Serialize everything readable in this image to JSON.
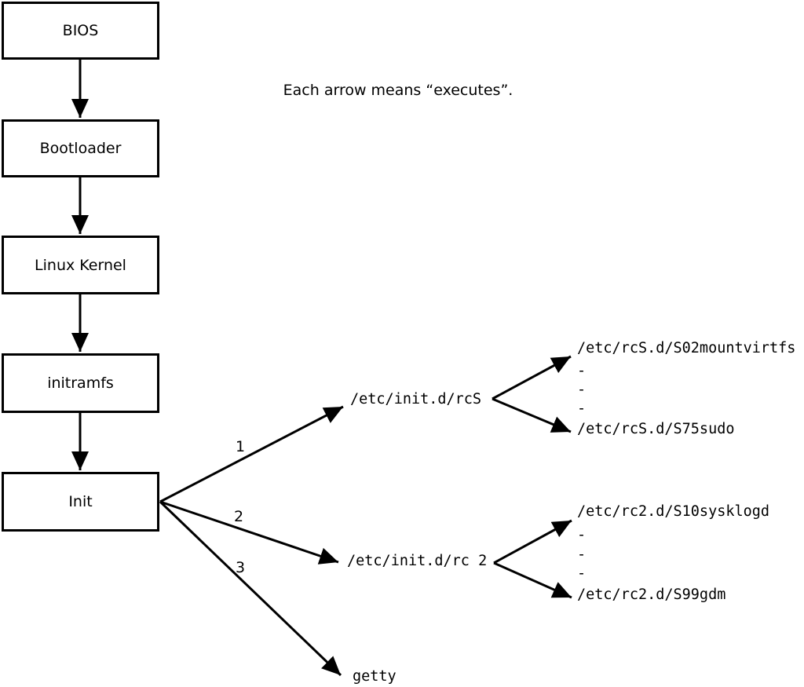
{
  "legend": {
    "text": "Each arrow means “executes”."
  },
  "chain": [
    {
      "label": "BIOS"
    },
    {
      "label": "Bootloader"
    },
    {
      "label": "Linux Kernel"
    },
    {
      "label": "initramfs"
    },
    {
      "label": "Init"
    }
  ],
  "branches": [
    {
      "number": "1",
      "target": "/etc/init.d/rcS",
      "children": [
        "/etc/rcS.d/S02mountvirtfs",
        "-",
        "-",
        "-",
        "/etc/rcS.d/S75sudo"
      ]
    },
    {
      "number": "2",
      "target": "/etc/init.d/rc 2",
      "children": [
        "/etc/rc2.d/S10sysklogd",
        "-",
        "-",
        "-",
        "/etc/rc2.d/S99gdm"
      ]
    },
    {
      "number": "3",
      "target": "getty",
      "children": []
    }
  ],
  "colors": {
    "line": "#000000",
    "text": "#000000",
    "box_fill": "#ffffff",
    "background": "#ffffff"
  }
}
